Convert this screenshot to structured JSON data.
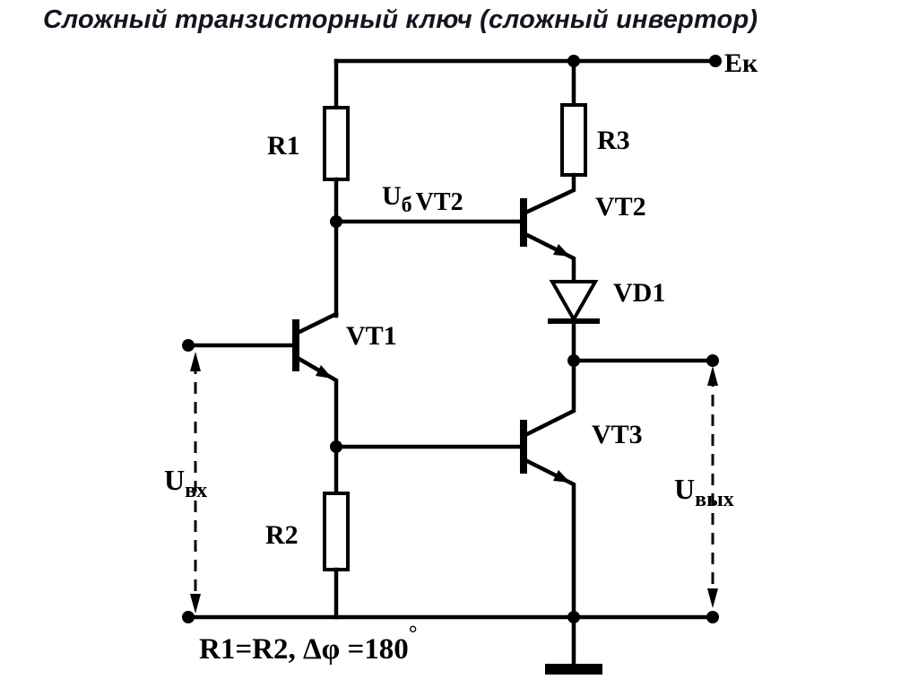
{
  "title": "Сложный транзисторный ключ (сложный инвертор)",
  "power_rail": {
    "label": "Ек"
  },
  "components": {
    "r1": {
      "label": "R1"
    },
    "r2": {
      "label": "R2"
    },
    "r3": {
      "label": "R3"
    },
    "vt1": {
      "label": "VT1"
    },
    "vt2": {
      "label": "VT2"
    },
    "vt3": {
      "label": "VT3"
    },
    "vd1": {
      "label": "VD1"
    }
  },
  "nodes": {
    "base_vt2": {
      "main": "U",
      "sub": "б",
      "ref": "VT2"
    }
  },
  "signals": {
    "input": {
      "main": "U",
      "sub": "вх"
    },
    "output": {
      "main": "U",
      "sub": "вых"
    }
  },
  "formula": {
    "main": "R1=R2,  Δφ =180",
    "superscript": "°"
  },
  "colors": {
    "line": "#000000",
    "title": "#14141e",
    "background": "#ffffff"
  }
}
